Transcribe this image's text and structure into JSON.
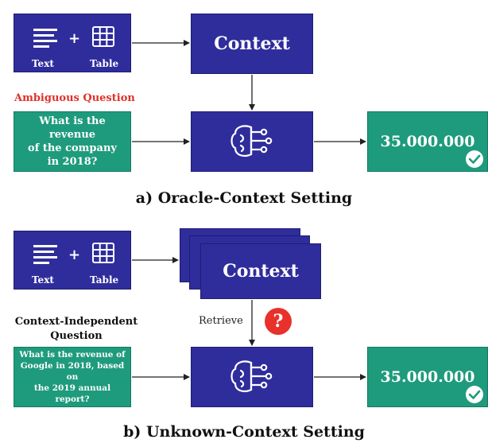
{
  "top": {
    "input_labels": {
      "text": "Text",
      "plus": "+",
      "table": "Table"
    },
    "context_label": "Context",
    "question_heading": "Ambiguous Question",
    "question": [
      "What is the revenue",
      "of the company",
      "in 2018?"
    ],
    "answer": "35.000.000",
    "caption": "a) Oracle-Context Setting"
  },
  "bottom": {
    "input_labels": {
      "text": "Text",
      "plus": "+",
      "table": "Table"
    },
    "context_label": "Context",
    "retrieve_label": "Retrieve",
    "unknown_mark": "?",
    "question_heading": [
      "Context-Independent",
      "Question"
    ],
    "question": [
      "What is the revenue of",
      "Google in 2018, based on",
      "the 2019 annual report?"
    ],
    "answer": "35.000.000",
    "caption": "b) Unknown-Context Setting"
  },
  "colors": {
    "box_blue": "#2f2d9c",
    "box_green": "#1e9b7c",
    "heading_red": "#e0302a",
    "check_circle": "#ffffff",
    "question_mark_circle": "#e8312b"
  },
  "icons": [
    "text-lines-icon",
    "table-grid-icon",
    "brain-circuit-icon",
    "check-circle-icon",
    "question-mark-icon"
  ]
}
